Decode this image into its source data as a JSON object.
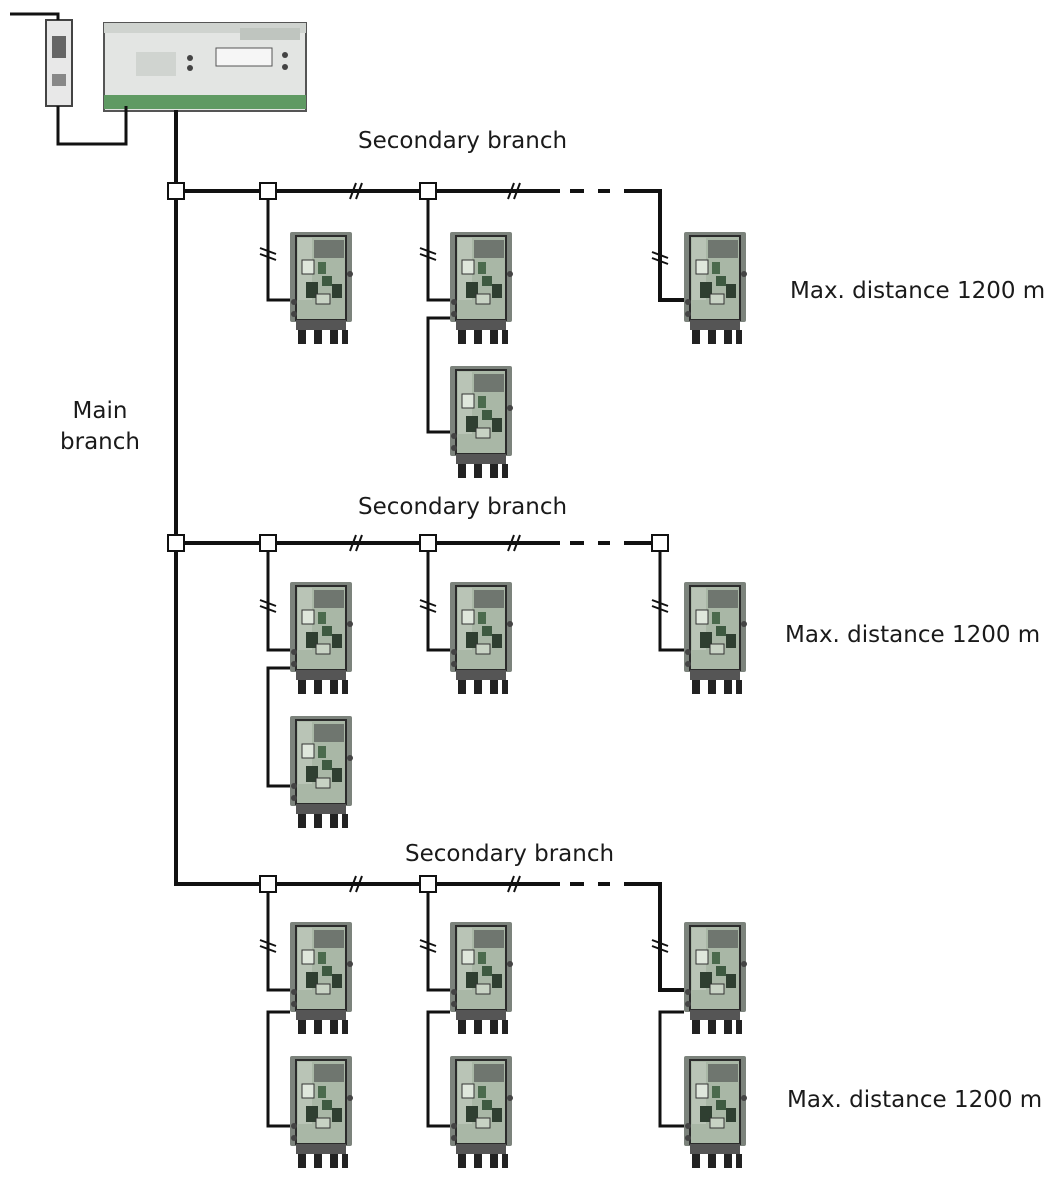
{
  "labels": {
    "main_branch_line1": "Main",
    "main_branch_line2": "branch",
    "secondary_branch": "Secondary branch",
    "max_distance": "Max. distance 1200 m"
  },
  "branches": [
    {
      "label": "Secondary branch",
      "distance": "Max. distance 1200 m",
      "units": 4
    },
    {
      "label": "Secondary branch",
      "distance": "Max. distance 1200 m",
      "units": 4
    },
    {
      "label": "Secondary branch",
      "distance": "Max. distance 1200 m",
      "units": 6
    }
  ],
  "colors": {
    "line": "#111111",
    "unit_body": "#a9b7a6",
    "unit_panel": "#c8d3c4",
    "unit_display": "#7c837c",
    "controller_body": "#e3e5e3",
    "controller_terminal": "#5f9a63"
  }
}
